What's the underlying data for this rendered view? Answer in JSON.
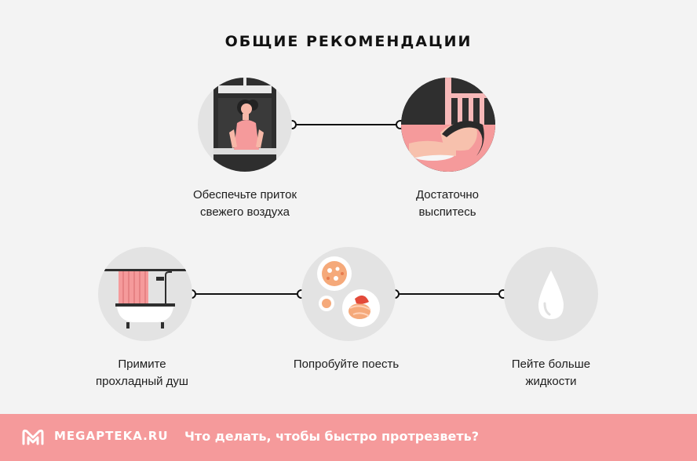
{
  "title": "ОБЩИЕ РЕКОМЕНДАЦИИ",
  "tips": [
    {
      "line1": "Обеспечьте приток",
      "line2": "свежего воздуха",
      "icon": "fresh-air-window-icon"
    },
    {
      "line1": "Достаточно",
      "line2": "выспитесь",
      "icon": "sleep-icon"
    },
    {
      "line1": "Примите",
      "line2": "прохладный душ",
      "icon": "shower-bathtub-icon"
    },
    {
      "line1": "Попробуйте поесть",
      "line2": "",
      "icon": "food-plates-icon"
    },
    {
      "line1": "Пейте больше",
      "line2": "жидкости",
      "icon": "water-drop-icon"
    }
  ],
  "footer": {
    "brand": "MEGAPTEKA.RU",
    "tagline": "Что делать, чтобы быстро протрезветь?",
    "background": "#f59a9b",
    "logo_icon": "megapteka-logo-icon"
  },
  "colors": {
    "accent_pink": "#f59a9b",
    "circle_bg": "#e3e3e3",
    "page_bg": "#f3f3f3"
  }
}
